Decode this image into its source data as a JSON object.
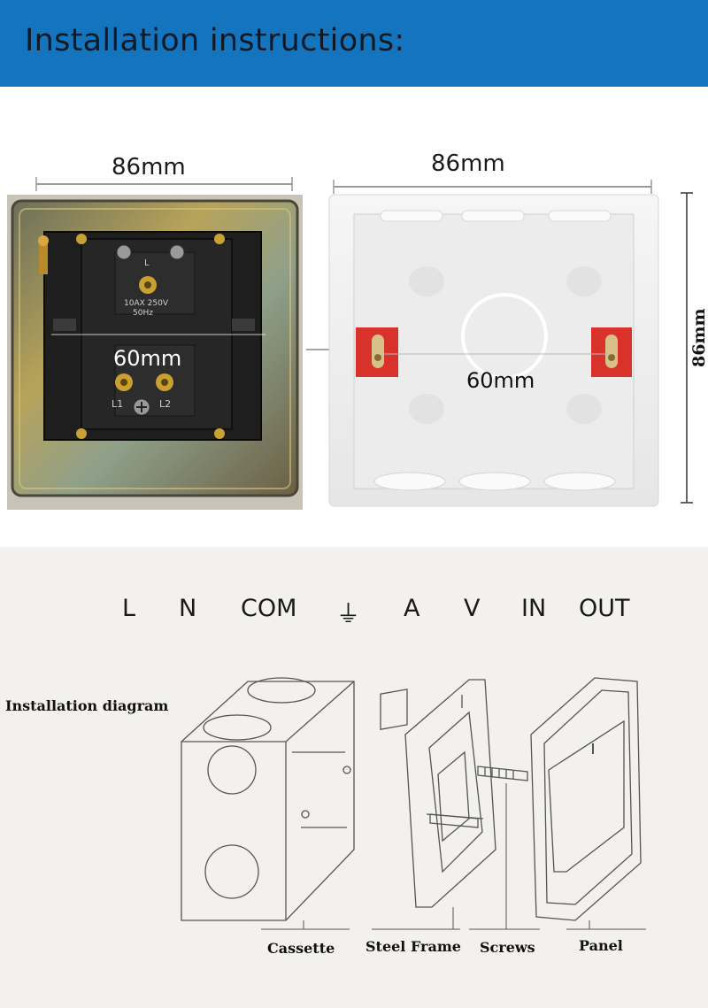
{
  "header": {
    "title": "Installation instructions:"
  },
  "switch_photo": {
    "width_label": "86mm",
    "hole_spacing_label": "60mm",
    "plate_text": {
      "top": "L",
      "rating": "10AX 250V",
      "freq": "50Hz",
      "left": "L1",
      "right": "L2"
    }
  },
  "box_photo": {
    "width_label": "86mm",
    "height_label": "86mm",
    "hole_spacing_label": "60mm"
  },
  "terminals": [
    "L",
    "N",
    "COM",
    "⏚",
    "A",
    "V",
    "IN",
    "OUT"
  ],
  "diagram": {
    "title": "Installation diagram",
    "parts": {
      "cassette": "Cassette",
      "steel_frame": "Steel Frame",
      "screws": "Screws",
      "panel": "Panel"
    }
  }
}
